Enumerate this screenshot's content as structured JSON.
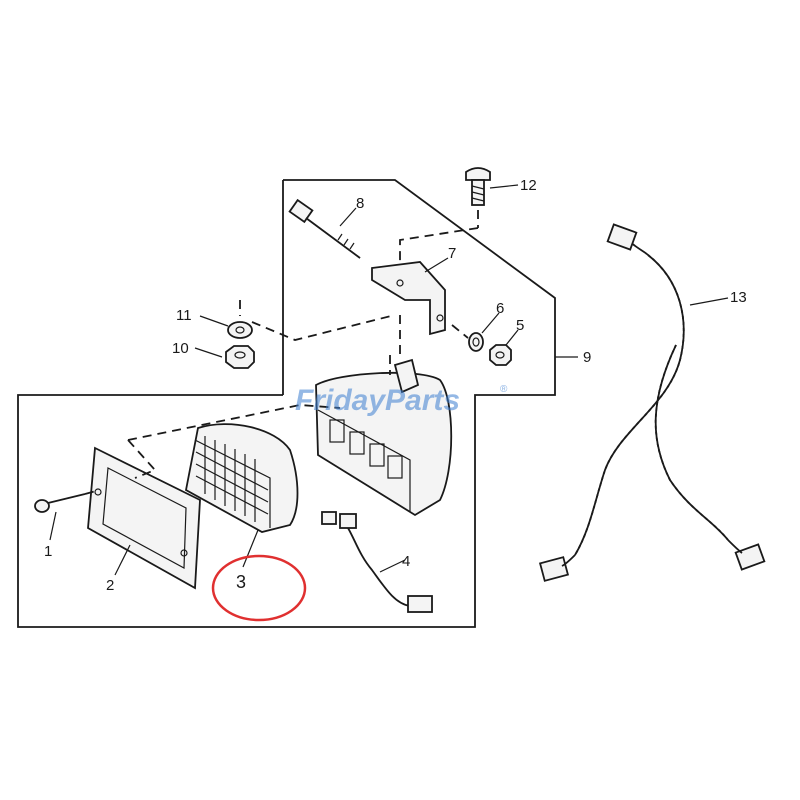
{
  "watermark": "FridayParts",
  "watermark_mark": "®",
  "callouts": {
    "c1": "1",
    "c2": "2",
    "c3": "3",
    "c4": "4",
    "c5": "5",
    "c6": "6",
    "c7": "7",
    "c8": "8",
    "c9": "9",
    "c10": "10",
    "c11": "11",
    "c12": "12",
    "c13": "13"
  },
  "highlight": {
    "callout": "3",
    "color": "#e03030"
  },
  "colors": {
    "line": "#1a1a1a",
    "watermark": "#3d7fd1"
  }
}
